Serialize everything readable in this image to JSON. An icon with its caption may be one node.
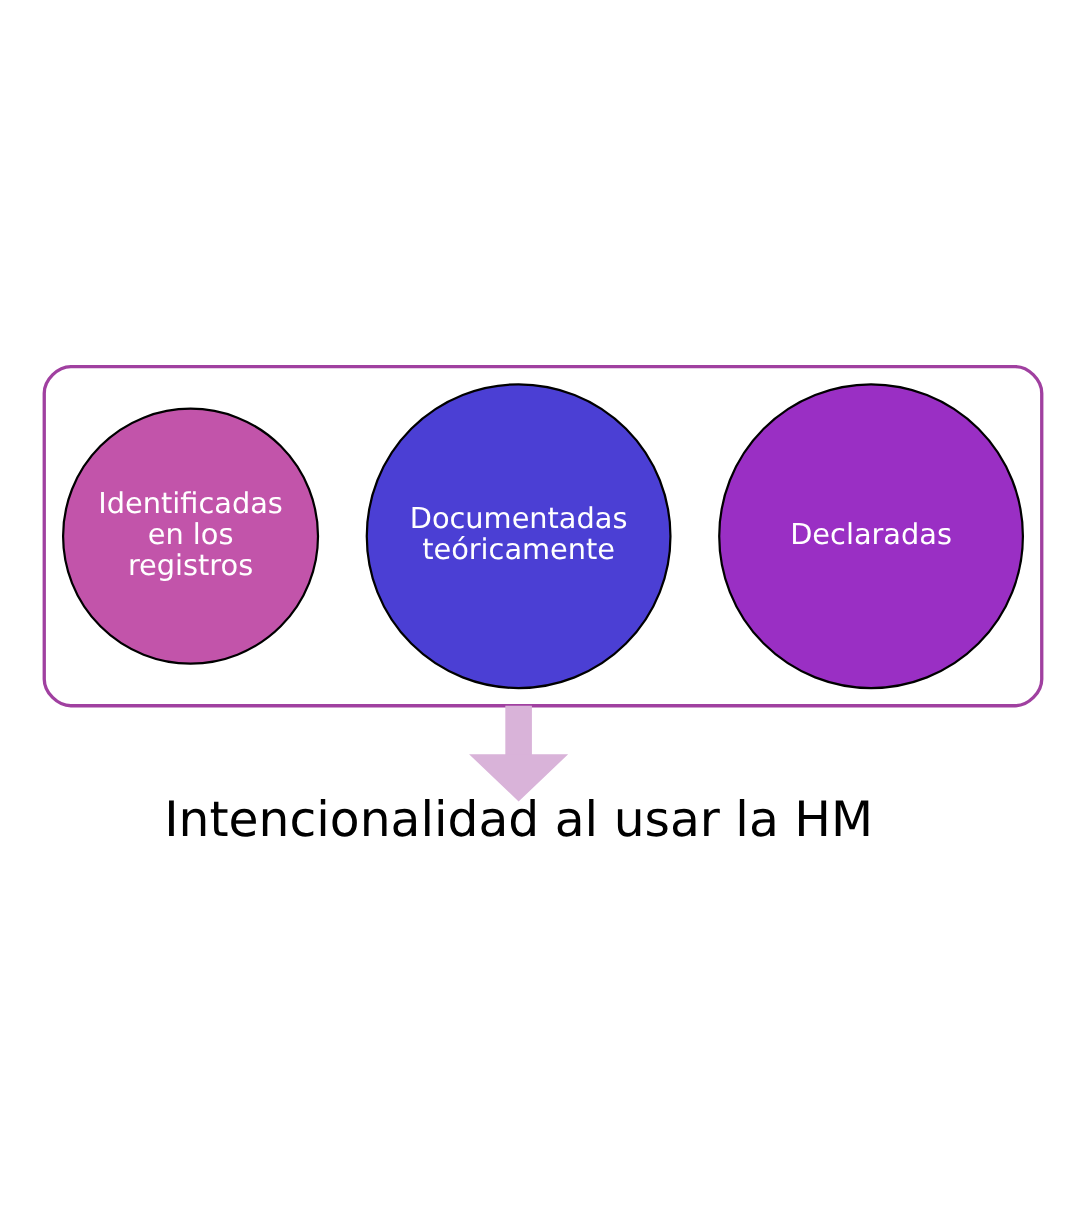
{
  "diagram": {
    "nodes": [
      {
        "text": [],
        "shape": "funnel"
      },
      {
        "text": [
          "Declaradas"
        ],
        "in": 0
      },
      {
        "text": [
          "Documentadas teóricamente"
        ],
        "in": 0
      },
      {
        "text": [
          "Identificadas en los registros"
        ],
        "in": 0
      },
      {
        "text": [
          "Intencionalidad al usar la HM"
        ]
      }
    ],
    "edges": [
      {
        "from": 0,
        "to": 4,
        "arrow": "to"
      }
    ]
  }
}
